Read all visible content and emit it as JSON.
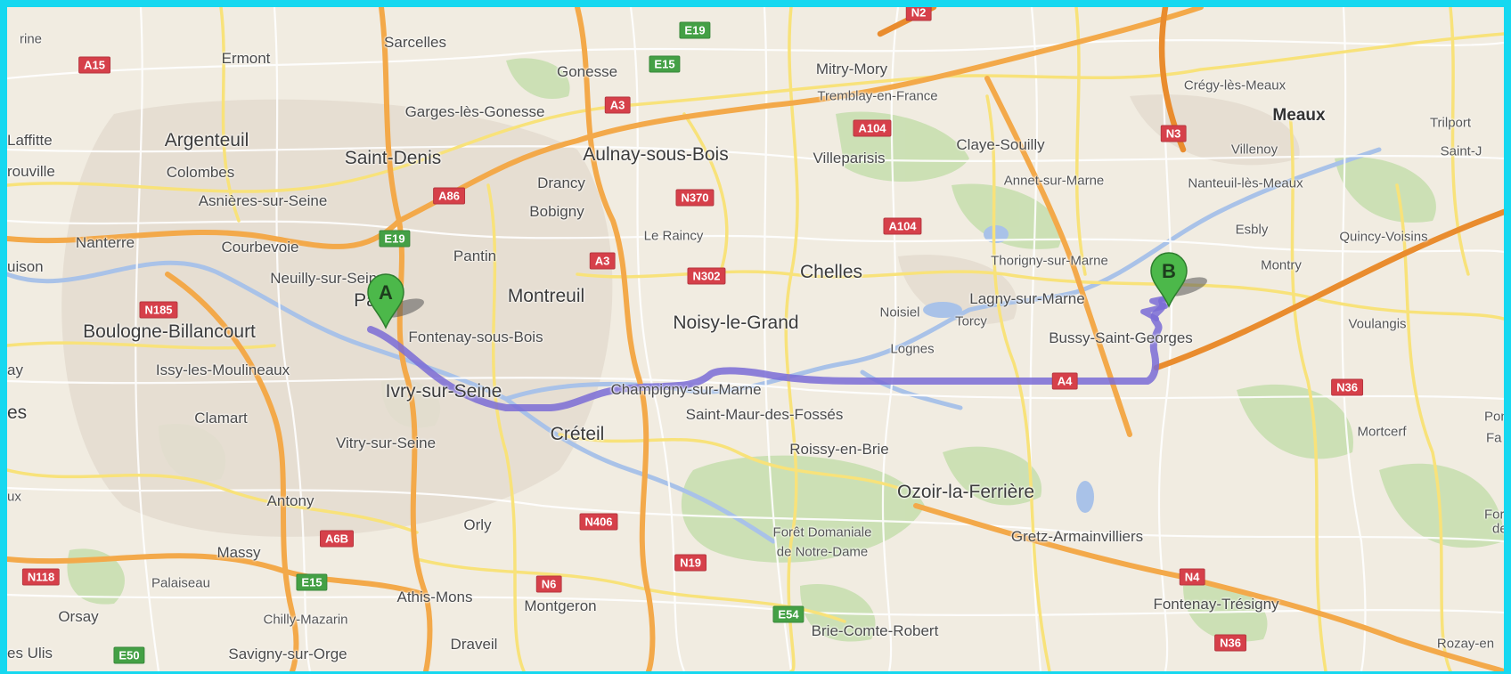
{
  "markers": [
    {
      "label": "A",
      "color": "#4cb84a"
    },
    {
      "label": "B",
      "color": "#4cb84a"
    }
  ],
  "route_color": "#7a6cd6",
  "places": [
    "rine",
    "Ermont",
    "Sarcelles",
    "Gonesse",
    "Mitry-Mory",
    "Crégy-lès-Meaux",
    "Tremblay-en-France",
    "Garges-lès-Gonesse",
    "Meaux",
    "Trilport",
    "Laffitte",
    "Argenteuil",
    "Saint-Denis",
    "Aulnay-sous-Bois",
    "Villeparisis",
    "Claye-Souilly",
    "Villenoy",
    "Saint-J",
    "rouville",
    "Colombes",
    "Drancy",
    "Annet-sur-Marne",
    "Nanteuil-lès-Meaux",
    "Asnières-sur-Seine",
    "Bobigny",
    "Le Raincy",
    "Esbly",
    "Quincy-Voisins",
    "Nanterre",
    "Courbevoie",
    "Pantin",
    "Thorigny-sur-Marne",
    "Montry",
    "uison",
    "Neuilly-sur-Seine",
    "Chelles",
    "Paris",
    "Montreuil",
    "Lagny-sur-Marne",
    "Noisiel",
    "Torcy",
    "Noisy-le-Grand",
    "Boulogne-Billancourt",
    "Fontenay-sous-Bois",
    "Voulangis",
    "Bussy-Saint-Georges",
    "Lognes",
    "ay",
    "Issy-les-Moulineaux",
    "Ivry-sur-Seine",
    "Champigny-sur-Marne",
    "Saint-Maur-des-Fossés",
    "Pon",
    "es",
    "Clamart",
    "Mortcerf",
    "Fa",
    "Créteil",
    "Vitry-sur-Seine",
    "Roissy-en-Brie",
    "Ozoir-la-Ferrière",
    "ux",
    "Antony",
    "Orly",
    "Forêt Domaniale",
    "de Notre-Dame",
    "Gretz-Armainvilliers",
    "Fore",
    "de",
    "Massy",
    "Palaiseau",
    "Athis-Mons",
    "Montgeron",
    "Fontenay-Trésigny",
    "Orsay",
    "Chilly-Mazarin",
    "Brie-Comte-Robert",
    "Draveil",
    "es Ulis",
    "Savigny-sur-Orge",
    "Rozay-en"
  ],
  "shields": [
    "A15",
    "E19",
    "E15",
    "N2",
    "A3",
    "A104",
    "N3",
    "A86",
    "N370",
    "E19",
    "A104",
    "A3",
    "N302",
    "N185",
    "A4",
    "N36",
    "N406",
    "A6B",
    "N19",
    "N118",
    "E15",
    "N6",
    "E54",
    "N4",
    "N36",
    "E50"
  ]
}
